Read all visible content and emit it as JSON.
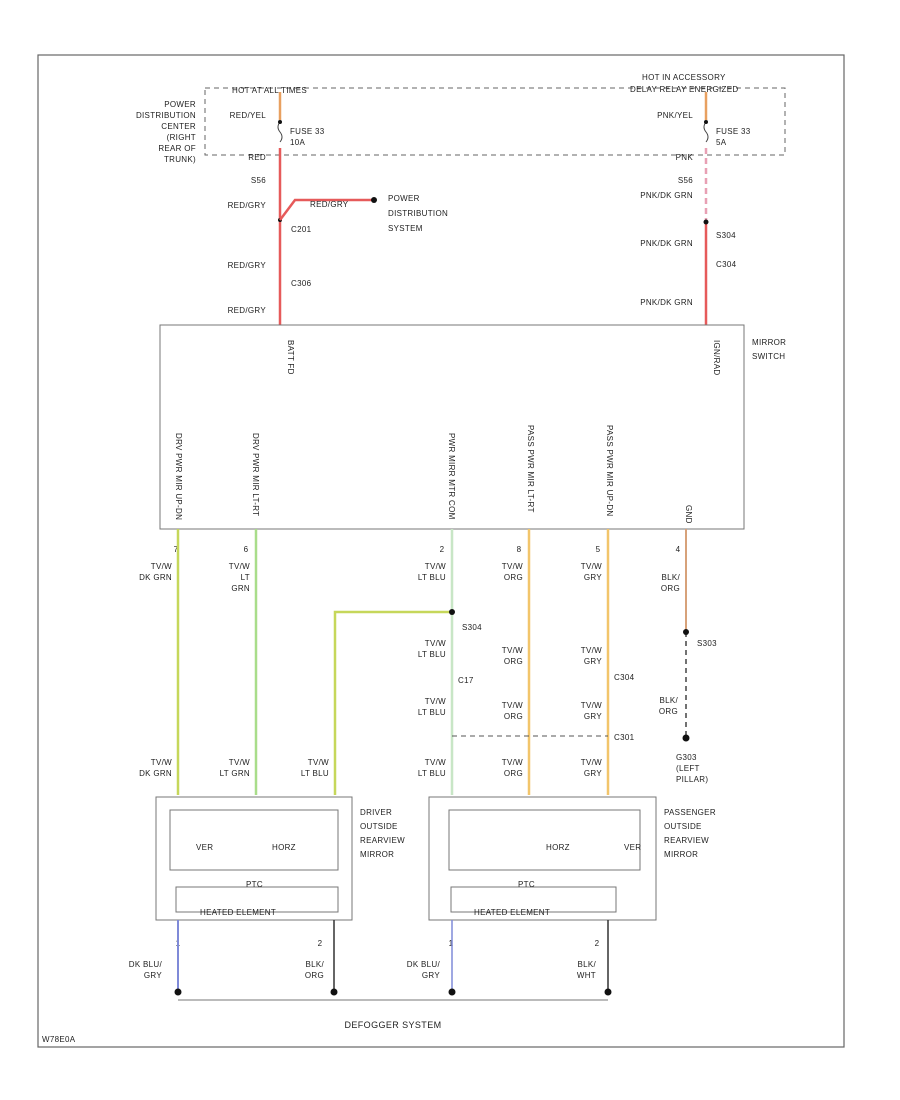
{
  "colors": {
    "red": "#e65a5a",
    "pink": "#e8a0b4",
    "dk_grn": "#c6d75a",
    "lt_grn": "#a9dd8a",
    "lt_blu": "#c8e6c6",
    "orange": "#f2c56b",
    "brown": "#d7a27a",
    "blue": "#7f8ad8",
    "gray": "#666666"
  },
  "top": {
    "hot_at_all_times": "HOT AT ALL TIMES",
    "hot_accessory_1": "HOT IN ACCESSORY",
    "hot_accessory_2": "DELAY RELAY ENERGIZED",
    "pdc_lines": [
      "POWER",
      "DISTRIBUTION",
      "CENTER",
      "(RIGHT",
      "REAR OF",
      "TRUNK)"
    ],
    "red_yel": "RED/YEL",
    "fuse_left_1": "FUSE 33",
    "fuse_left_2": "10A",
    "red_short": "RED",
    "pnk_yel": "PNK/YEL",
    "fuse_right_1": "FUSE 33",
    "fuse_right_2": "5A",
    "pnk_short": "PNK"
  },
  "left_feed": {
    "s_left": "S56",
    "red_gry_1": "RED/GRY",
    "c201": "C201",
    "red_gry_2": "RED/GRY",
    "c306": "C306",
    "red_gry_3": "RED/GRY",
    "branch_wire": "RED/GRY",
    "pds_1": "POWER",
    "pds_2": "DISTRIBUTION",
    "pds_3": "SYSTEM"
  },
  "right_feed": {
    "s_right": "S56",
    "pnk_dk_grn_1": "PNK/DK GRN",
    "s304": "S304",
    "pnk_dk_grn_2": "PNK/DK GRN",
    "c304": "C304",
    "pnk_dk_grn_3": "PNK/DK GRN"
  },
  "mirror_switch": {
    "name_1": "MIRROR",
    "name_2": "SWITCH",
    "batt": "BATT FD",
    "ign": "IGN/RAD",
    "pins": [
      {
        "num": "7",
        "label": "DRV PWR MIR UP-DN"
      },
      {
        "num": "6",
        "label": "DRV PWR MIR LT-RT"
      },
      {
        "num": "2",
        "label": "PWR MIRR MTR COM"
      },
      {
        "num": "8",
        "label": "PASS PWR MIR LT-RT"
      },
      {
        "num": "5",
        "label": "PASS PWR MIR UP-DN"
      },
      {
        "num": "4",
        "label": "GND"
      }
    ]
  },
  "wires_below_switch": {
    "w1_a": "TV/W",
    "w1_b": "DK GRN",
    "w2_a": "TV/W",
    "w2_b": "LT",
    "w2_c": "GRN",
    "w3_a": "TV/W",
    "w3_b": "LT BLU",
    "w4_a": "TV/W",
    "w4_b": "ORG",
    "w5_a": "TV/W",
    "w5_b": "GRY",
    "w6_a": "BLK/",
    "w6_b": "ORG"
  },
  "splices": {
    "s304": "S304",
    "s303": "S303",
    "mid_ltblu_a": "TV/W",
    "mid_ltblu_b": "LT BLU",
    "mid_ltblu_c": "TV/W",
    "mid_ltblu_d": "LT BLU",
    "mid_org_a": "TV/W",
    "mid_org_b": "ORG",
    "mid_org_c": "TV/W",
    "mid_org_d": "ORG",
    "mid_gry_a": "TV/W",
    "mid_gry_b": "GRY",
    "mid_gry_c": "TV/W",
    "mid_gry_d": "GRY",
    "c17": "C17",
    "c304b": "C304",
    "c301": "C301",
    "blk_org_a": "BLK/",
    "blk_org_b": "ORG",
    "g303_1": "G303",
    "g303_2": "(LEFT",
    "g303_3": "PILLAR)"
  },
  "lower_wires": {
    "d1_a": "TV/W",
    "d1_b": "DK GRN",
    "d2_a": "TV/W",
    "d2_b": "LT GRN",
    "d3_a": "TV/W",
    "d3_b": "LT BLU",
    "p1_a": "TV/W",
    "p1_b": "LT BLU",
    "p2_a": "TV/W",
    "p2_b": "ORG",
    "p3_a": "TV/W",
    "p3_b": "GRY"
  },
  "driver_mirror": {
    "name": [
      "DRIVER",
      "OUTSIDE",
      "REARVIEW",
      "MIRROR"
    ],
    "ver": "VER",
    "horz": "HORZ",
    "heater": "HEATED ELEMENT",
    "ptc": "PTC",
    "pin_1": "1",
    "pin_2": "2",
    "w_left_a": "DK BLU/",
    "w_left_b": "GRY",
    "w_right_a": "BLK/",
    "w_right_b": "ORG"
  },
  "passenger_mirror": {
    "name": [
      "PASSENGER",
      "OUTSIDE",
      "REARVIEW",
      "MIRROR"
    ],
    "ver": "VER",
    "horz": "HORZ",
    "heater": "HEATED ELEMENT",
    "ptc": "PTC",
    "pin_1": "1",
    "pin_2": "2",
    "w_left_a": "DK BLU/",
    "w_left_b": "GRY",
    "w_right_a": "BLK/",
    "w_right_b": "WHT"
  },
  "bottom": {
    "defogger": "DEFOGGER SYSTEM",
    "corner_id": "W78E0A"
  }
}
